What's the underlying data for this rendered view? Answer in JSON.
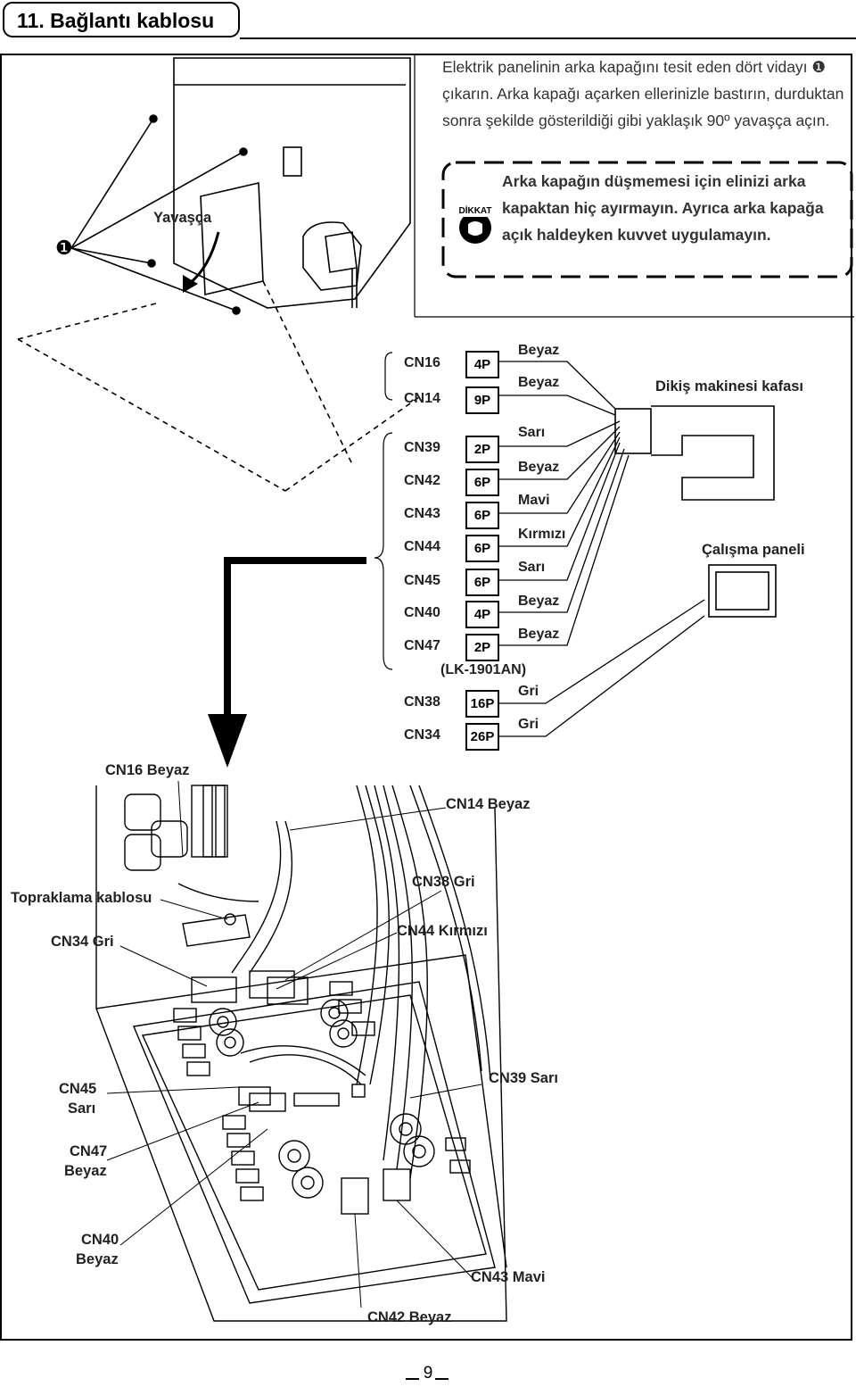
{
  "section_title": "11. Bağlantı kablosu",
  "intro_text": "Elektrik panelinin arka kapağını tesit eden dört vidayı ❶ çıkarın. Arka kapağı açarken ellerinizle bastırın, durduktan sonra şekilde gösterildiği gibi yaklaşık 90º yavaşça açın.",
  "warning": {
    "icon_label": "DİKKAT",
    "text": "Arka kapağın düşmemesi için elinizi arka kapaktan hiç ayırmayın. Ayrıca arka kapağa açık haldeyken kuvvet uygulamayın."
  },
  "top_figure": {
    "marker": "❶",
    "label_slowly": "Yavaşça"
  },
  "connector_table": {
    "rows": [
      {
        "cn": "CN16",
        "pins": "4P",
        "color": "Beyaz"
      },
      {
        "cn": "CN14",
        "pins": "9P",
        "color": "Beyaz"
      },
      {
        "cn": "CN39",
        "pins": "2P",
        "color": "Sarı"
      },
      {
        "cn": "CN42",
        "pins": "6P",
        "color": "Beyaz"
      },
      {
        "cn": "CN43",
        "pins": "6P",
        "color": "Mavi"
      },
      {
        "cn": "CN44",
        "pins": "6P",
        "color": "Kırmızı"
      },
      {
        "cn": "CN45",
        "pins": "6P",
        "color": "Sarı"
      },
      {
        "cn": "CN40",
        "pins": "4P",
        "color": "Beyaz"
      },
      {
        "cn": "CN47",
        "pins": "2P",
        "color": "Beyaz"
      },
      {
        "cn": "CN38",
        "pins": "16P",
        "color": "Gri"
      },
      {
        "cn": "CN34",
        "pins": "26P",
        "color": "Gri"
      }
    ],
    "model_note": "(LK-1901AN)",
    "head_label": "Dikiş makinesi kafası",
    "panel_label": "Çalışma paneli"
  },
  "board_callouts": {
    "cn16": "CN16 Beyaz",
    "cn14": "CN14 Beyaz",
    "ground": "Topraklama kablosu",
    "cn38": "CN38 Gri",
    "cn34": "CN34 Gri",
    "cn44": "CN44 Kırmızı",
    "cn45_a": "CN45",
    "cn45_b": "Sarı",
    "cn39": "CN39 Sarı",
    "cn47_a": "CN47",
    "cn47_b": "Beyaz",
    "cn40_a": "CN40",
    "cn40_b": "Beyaz",
    "cn43": "CN43 Mavi",
    "cn42": "CN42 Beyaz"
  },
  "page_number": "9"
}
